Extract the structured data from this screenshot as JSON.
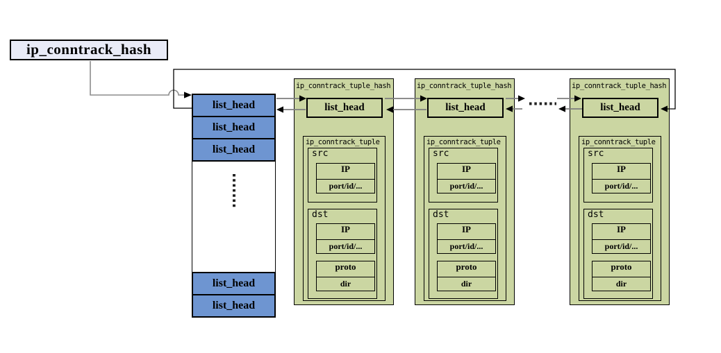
{
  "hash_box": {
    "label": "ip_conntrack_hash"
  },
  "bucket_column": {
    "rows_top": [
      "list_head",
      "list_head",
      "list_head"
    ],
    "gap_ellipsis": "......",
    "rows_bottom": [
      "list_head",
      "list_head"
    ]
  },
  "link_ellipsis": "......",
  "nodes": [
    {
      "title": "ip_conntrack_tuple_hash",
      "list_head_label": "list_head",
      "tuple": {
        "title": "ip_conntrack_tuple",
        "src": {
          "label": "src",
          "fields": [
            "IP",
            "port/id/..."
          ]
        },
        "dst": {
          "label": "dst",
          "fields": [
            "IP",
            "port/id/..."
          ],
          "fields2": [
            "proto",
            "dir"
          ]
        }
      }
    },
    {
      "title": "ip_conntrack_tuple_hash",
      "list_head_label": "list_head",
      "tuple": {
        "title": "ip_conntrack_tuple",
        "src": {
          "label": "src",
          "fields": [
            "IP",
            "port/id/..."
          ]
        },
        "dst": {
          "label": "dst",
          "fields": [
            "IP",
            "port/id/..."
          ],
          "fields2": [
            "proto",
            "dir"
          ]
        }
      }
    },
    {
      "title": "ip_conntrack_tuple_hash",
      "list_head_label": "list_head",
      "tuple": {
        "title": "ip_conntrack_tuple",
        "src": {
          "label": "src",
          "fields": [
            "IP",
            "port/id/..."
          ]
        },
        "dst": {
          "label": "dst",
          "fields": [
            "IP",
            "port/id/..."
          ],
          "fields2": [
            "proto",
            "dir"
          ]
        }
      }
    }
  ],
  "colors": {
    "bucket_fill": "#6e95d1",
    "node_fill": "#cbd6a2",
    "hash_label_fill": "#e9ebf7",
    "connector_gray": "#7d7d7d",
    "line_black": "#000000"
  }
}
